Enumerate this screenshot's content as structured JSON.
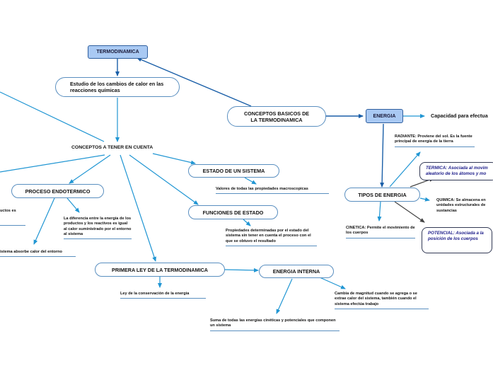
{
  "nodes": {
    "termodinamica": "TERMODINAMICA",
    "estudio": "Estudio de los cambios de calor en las reacciones químicas",
    "conceptos_basicos": "CONCEPTOS BASICOS DE LA TERMODINAMICA",
    "energia": "ENERGIA",
    "capacidad": "Capacidad para efectua",
    "conceptos_tener": "CONCEPTOS A TENER EN CUENTA",
    "estado_sistema": "ESTADO DE UN SISTEMA",
    "valores": "Valores de todas las propiedades macroscopicas",
    "funciones_estado": "FUNCIONES DE ESTADO",
    "propiedades": "Propiedades determinadas por el estado del sistema sin tener en cuenta el proceso con el que se obtuvo el resultado",
    "proceso_endo": "PROCESO ENDOTERMICO",
    "diferencia": "La diferencia entre la energía de los productos y los reactivos es igual al calor suministrado por el entorno al sistema",
    "productos_es": "uctos es",
    "sistema_absorbe": "istema absorbe calor del entorno",
    "primera_ley": "PRIMERA LEY DE LA TERMODINAMICA",
    "ley_conservacion": "Ley de la conservación de la energía",
    "energia_interna": "ENERGIA INTERNA",
    "cambia_magnitud": "Cambia de magnitud cuando se agrega o se extrae calor del sistema, también cuando el sistema efectúa trabajo",
    "suma": "Suma de todas las energías cinéticas y potenciales que componen un sistema",
    "tipos_energia": "TIPOS DE ENERGIA",
    "radiante": "RADIANTE: Proviene del sol. Es la fuente principal de energía de la tierra",
    "termica": "TERMICA: Asociada al movim aleatorio de los átomos y mo",
    "quimica": "QUIMICA: Se almacena en unidades estructurales de sustancias",
    "cinetica": "CINETICA: Permite el movimiento de los cuerpos",
    "potencial": "POTENCIAL: Asociada a la posición de los cuerpos"
  },
  "colors": {
    "link": "#2196d3",
    "link_dark": "#1a5fa8",
    "link_gray": "#444444",
    "node_blue_fill": "#a9c9f3",
    "node_border": "#5a8fc0"
  }
}
